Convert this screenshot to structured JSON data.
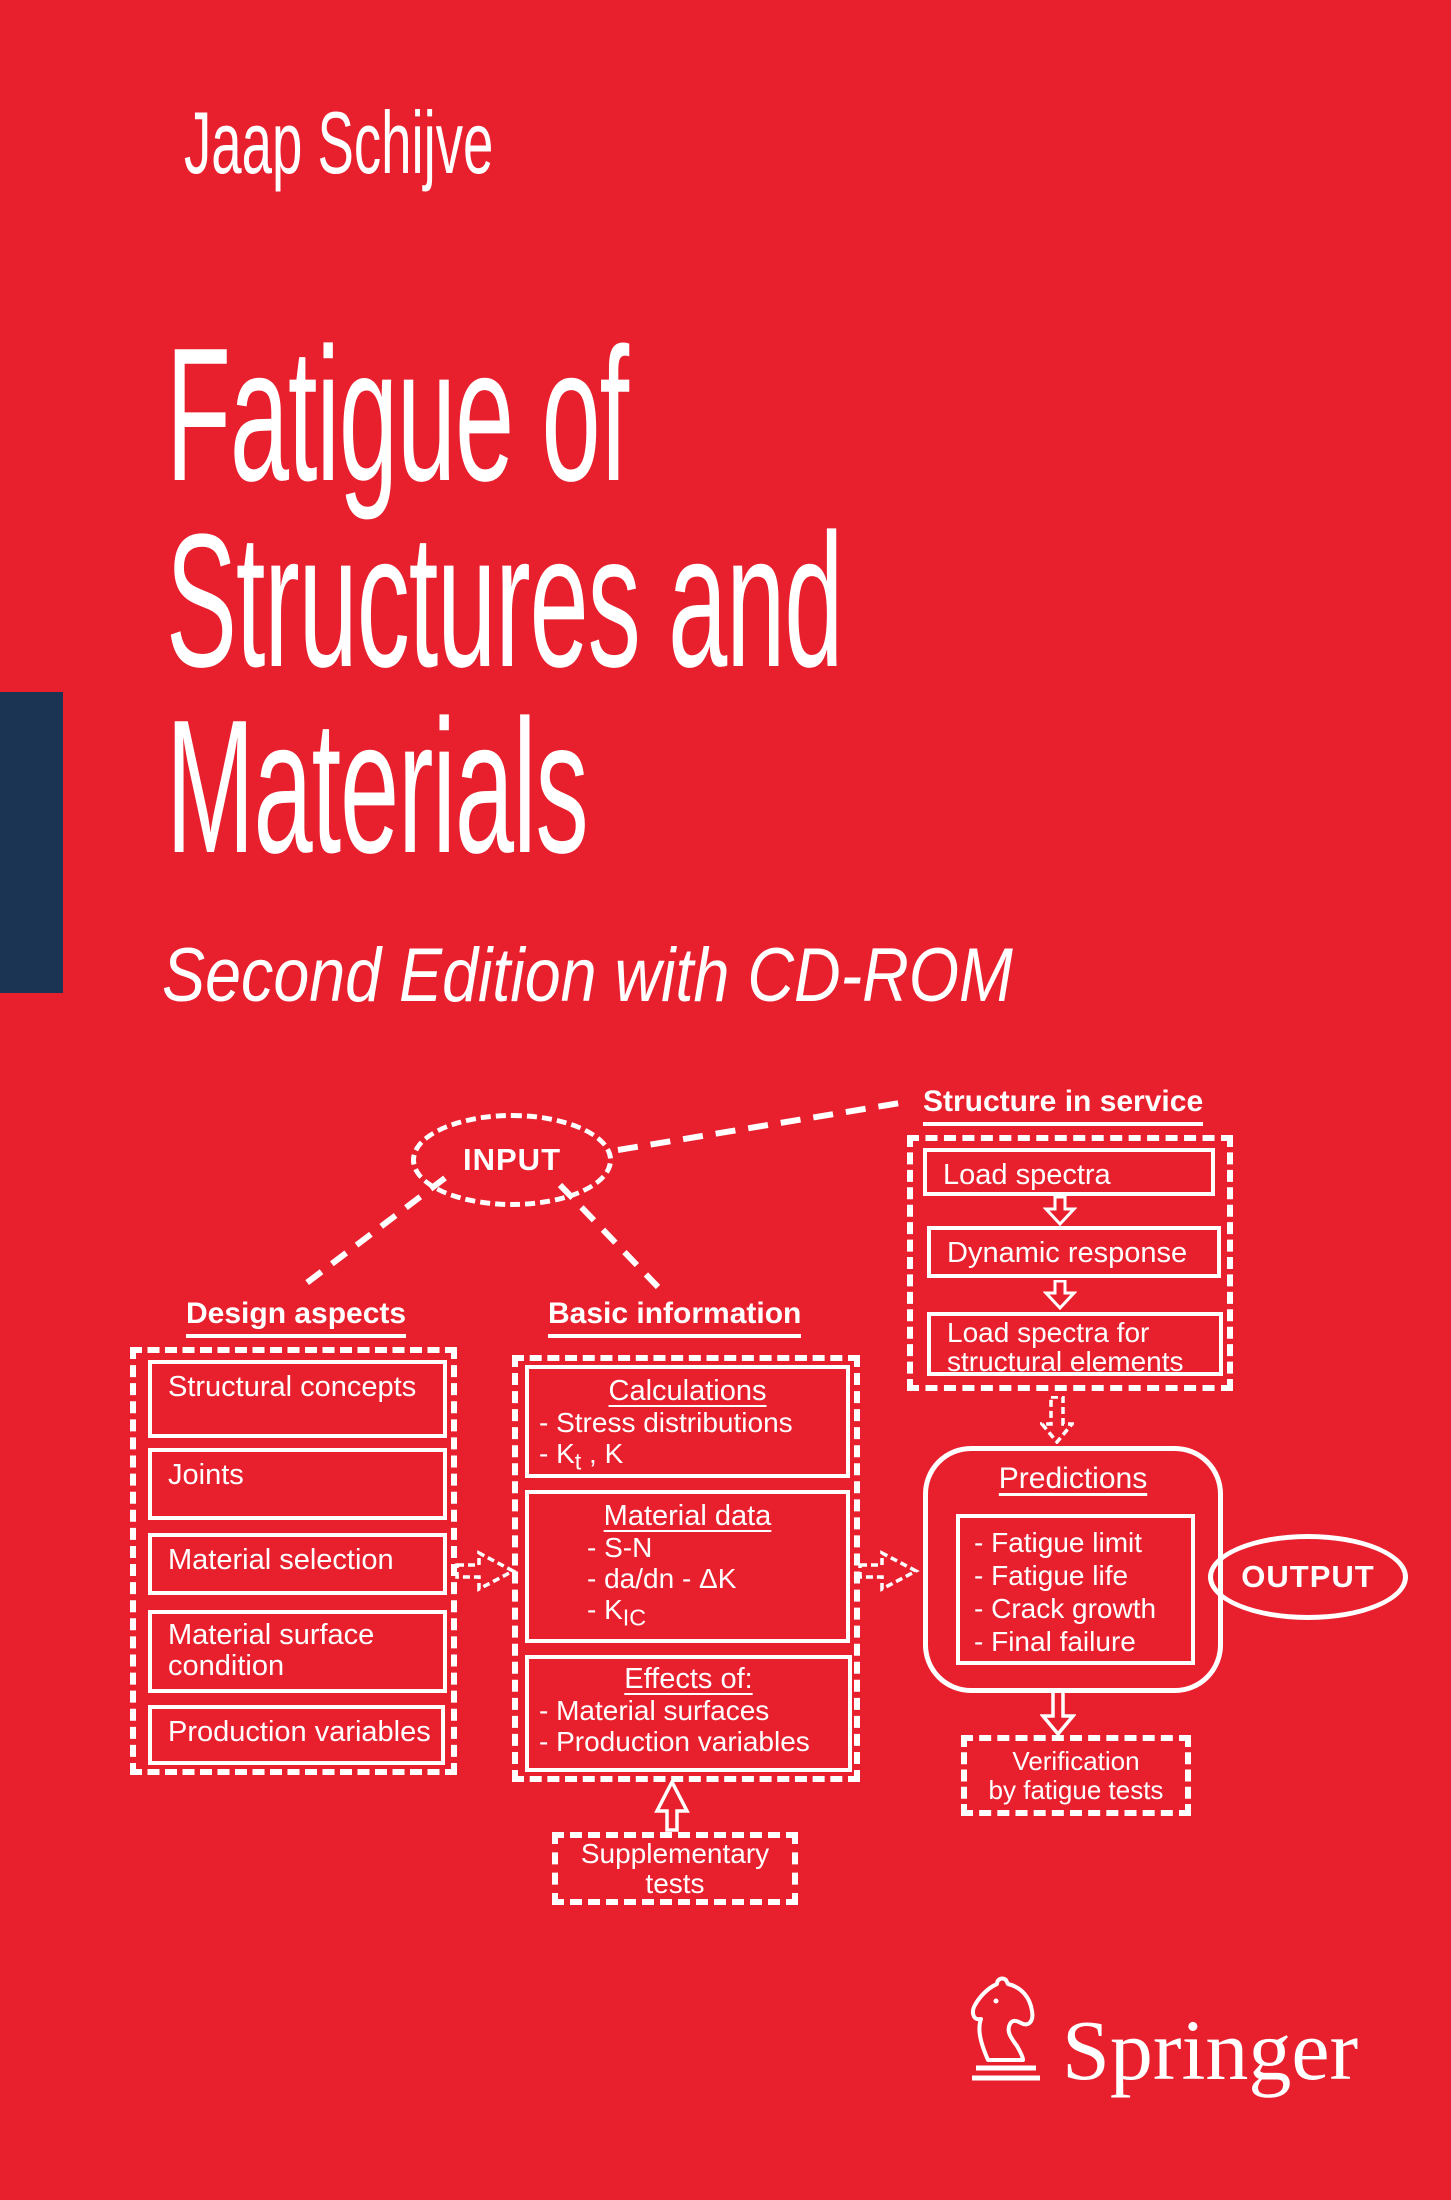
{
  "colors": {
    "background": "#e8202e",
    "accent_navy": "#1c3453",
    "foreground": "#ffffff"
  },
  "cover": {
    "author": "Jaap Schijve",
    "title_line1": "Fatigue of",
    "title_line2": "Structures and",
    "title_line3": "Materials",
    "subtitle": "Second Edition with CD-ROM"
  },
  "publisher": {
    "name": "Springer"
  },
  "diagram": {
    "input_label": "INPUT",
    "output_label": "OUTPUT",
    "structure_in_service": {
      "heading": "Structure in service",
      "boxes": [
        "Load spectra",
        "Dynamic response",
        "Load spectra for structural elements"
      ]
    },
    "design_aspects": {
      "heading": "Design aspects",
      "boxes": [
        "Structural concepts",
        "Joints",
        "Material selection",
        "Material surface condition",
        "Production variables"
      ]
    },
    "basic_information": {
      "heading": "Basic information",
      "boxes": [
        {
          "title": "Calculations",
          "items": [
            "- Stress distributions",
            "- K<sub>t</sub> , K"
          ]
        },
        {
          "title": "Material data",
          "items": [
            "- S-N",
            "- da/dn - ΔK",
            "- K<sub>IC</sub>"
          ]
        },
        {
          "title": "Effects of:",
          "items": [
            "- Material surfaces",
            "- Production variables"
          ]
        }
      ]
    },
    "predictions": {
      "heading": "Predictions",
      "items": [
        "- Fatigue limit",
        "- Fatigue life",
        "- Crack growth",
        "- Final failure"
      ]
    },
    "verification": {
      "line1": "Verification",
      "line2": "by fatigue tests"
    },
    "supplementary": {
      "line1": "Supplementary",
      "line2": "tests"
    }
  }
}
